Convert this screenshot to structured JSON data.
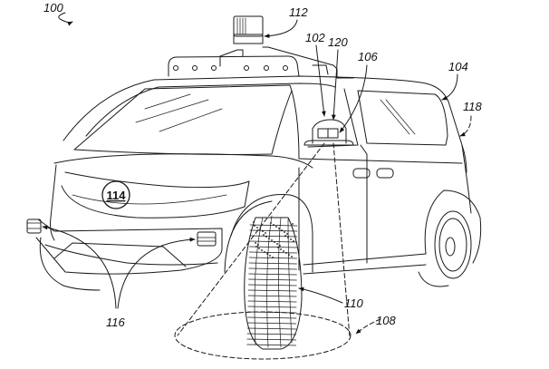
{
  "figure": {
    "type": "patent-drawing",
    "subject": "autonomous vehicle with sensors",
    "line_color": "#1a1a1a",
    "background": "#ffffff"
  },
  "labels": {
    "vehicle_system": "100",
    "sensor_unit": "102",
    "vehicle_body": "104",
    "camera": "106",
    "field_of_view": "108",
    "tire": "110",
    "roof_sensor": "112",
    "computing_system": "114",
    "bumper_sensors": "116",
    "rear_region": "118",
    "sensor_module": "120"
  }
}
